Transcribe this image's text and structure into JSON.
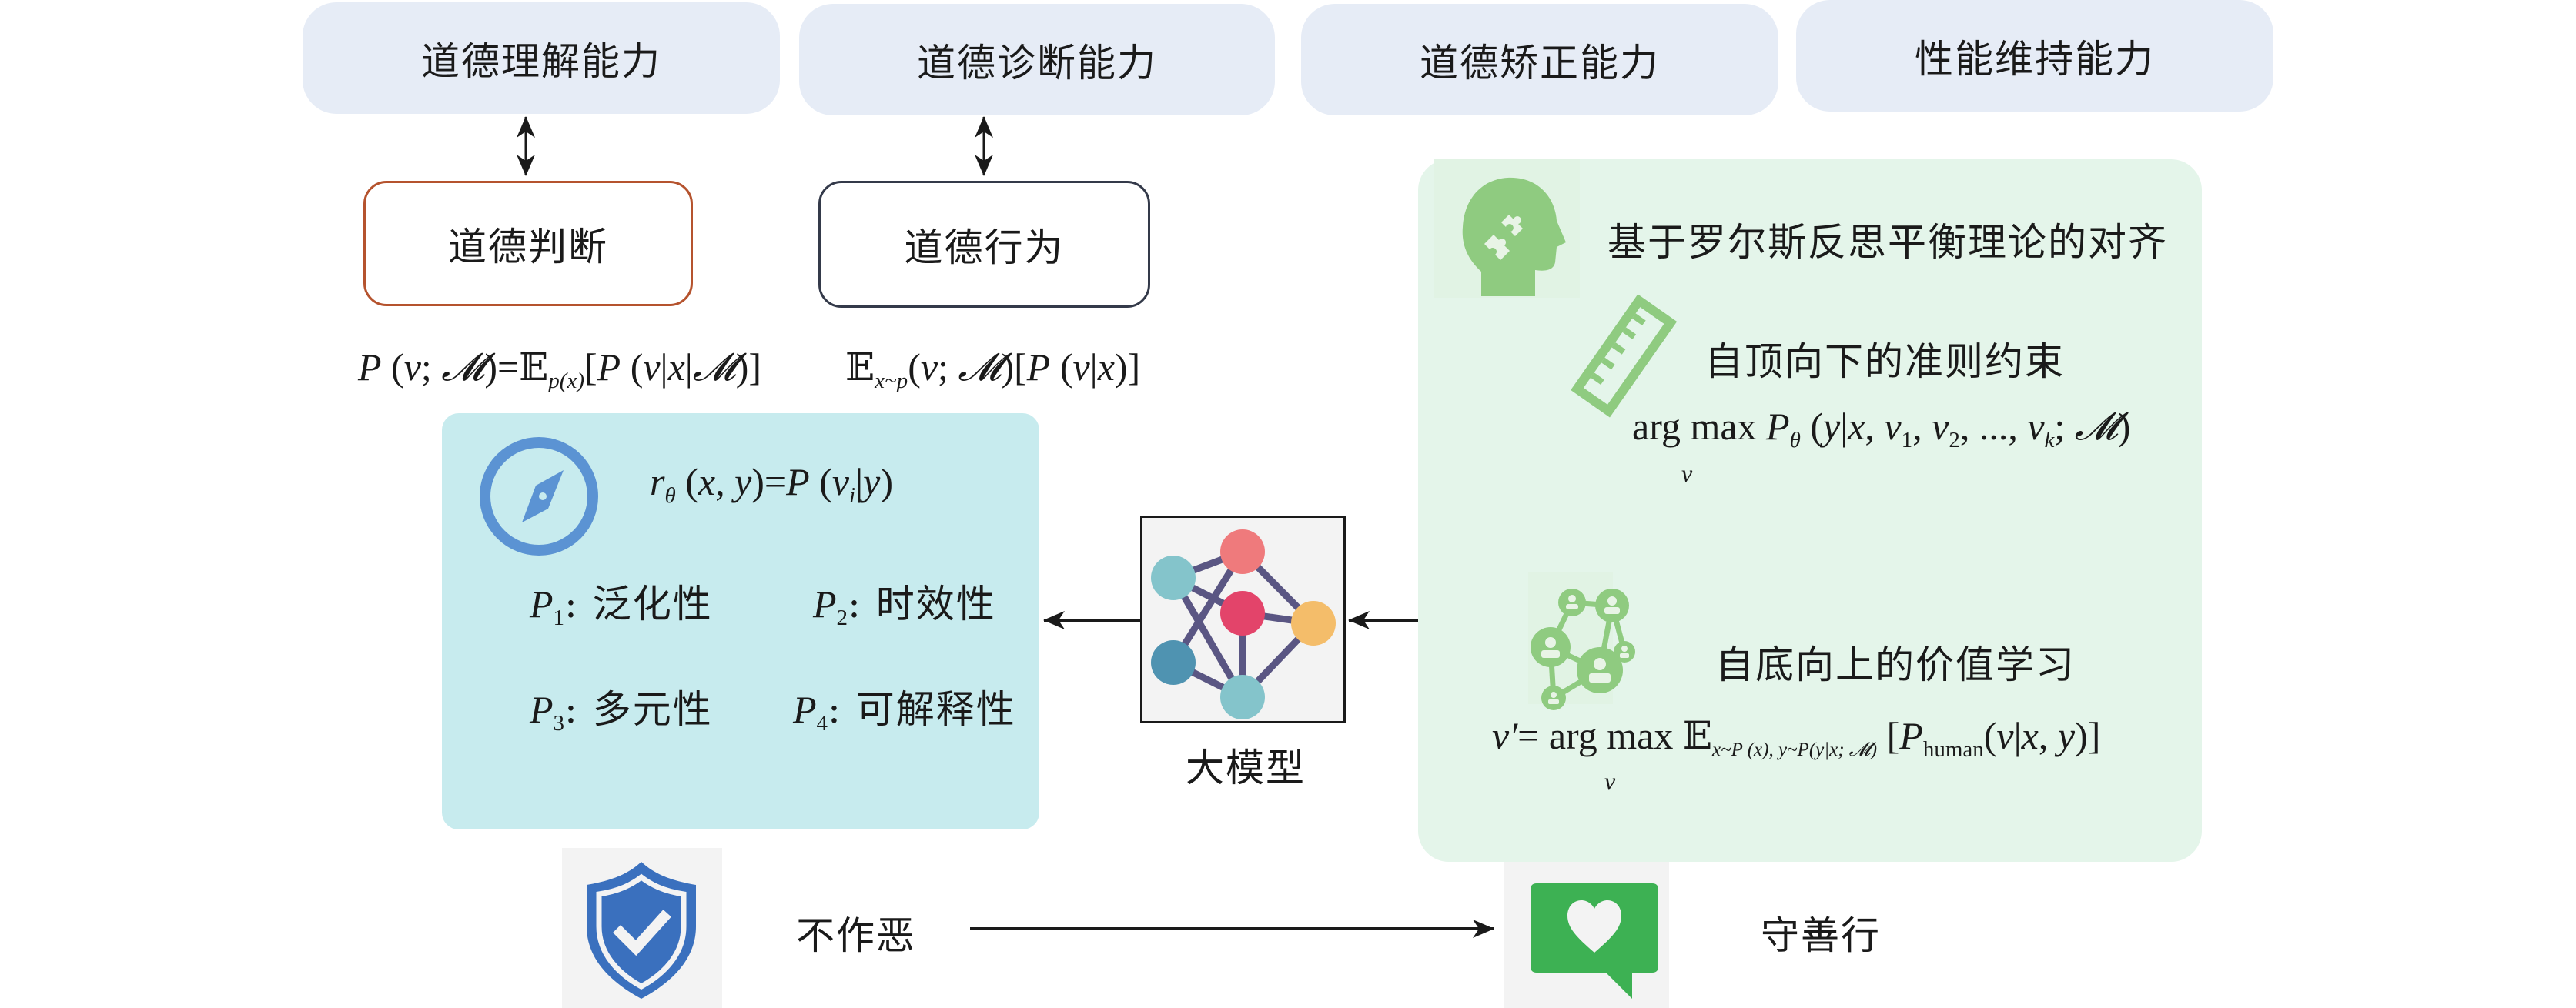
{
  "capabilities": [
    {
      "label": "道德理解能力"
    },
    {
      "label": "道德诊断能力"
    },
    {
      "label": "道德矫正能力"
    },
    {
      "label": "性能维持能力"
    }
  ],
  "nodes": {
    "judgment": {
      "label": "道德判断",
      "border_color": "#b5532e"
    },
    "behavior": {
      "label": "道德行为",
      "border_color": "#343a4a"
    }
  },
  "formulas": {
    "judgment": "P (v; M)=E_p(x)[P (v|x|M)]",
    "behavior": "E_x~p(v; M)[P (v|x)]",
    "reward": "r_θ (x, y)=P (v_i|y)",
    "top_down": "arg max_v P_θ (y|x, v_1, v_2, ..., v_k; M)",
    "bottom_up": "v′= arg max_v E_{x~P (x), y~P(y|x; M)} [P_human(v|x, y)]"
  },
  "formula_parts": {
    "judgment": {
      "P": "P",
      "open": " (",
      "v": "v",
      "semi": "; ",
      "M": "𝓜",
      "eq": ")=",
      "E": "𝔼",
      "sub": "p(x)",
      "rest1": "[",
      "P2": "P",
      "rest2": " (",
      "v2": "v",
      "bar1": "|",
      "x": "x",
      "bar2": "|",
      "M2": "𝓜",
      "close": ")]"
    },
    "behavior": {
      "E": "𝔼",
      "sub": "x~p",
      "open": "(",
      "v": "v",
      "semi": "; ",
      "M": "𝓜",
      "mid": ")[",
      "P": "P",
      "open2": " (",
      "v2": "v",
      "bar": "|",
      "x": "x",
      "close": ")]"
    },
    "reward": {
      "r": "r",
      "sub_theta": "θ",
      "open": " (",
      "x": "x",
      "comma": ", ",
      "y": "y",
      "eq": ")=",
      "P": "P",
      "open2": " (",
      "v": "v",
      "sub_i": "i",
      "bar": "|",
      "y2": "y",
      "close": ")"
    },
    "top_down": {
      "argmax": "arg max ",
      "P": "P",
      "sub_theta": "θ",
      "open": " (",
      "y": "y",
      "bar": "|",
      "x": "x",
      "c1": ", ",
      "v1": "v",
      "s1": "1",
      "c2": ", ",
      "v2": "v",
      "s2": "2",
      "c3": ", ..., ",
      "vk": "v",
      "sk": "k",
      "semi": "; ",
      "M": "𝓜",
      "close": ")",
      "under": "v"
    },
    "bottom_up": {
      "vprime": "v′",
      "eq": "= arg max ",
      "E": "𝔼",
      "sub": "x~P (x), y~P(y|x; 𝓜)",
      "open": " [",
      "P": "P",
      "sub_h": "human",
      "open2": "(",
      "v": "v",
      "bar": "|",
      "x": "x",
      "comma": ", ",
      "y": "y",
      "close": ")]",
      "under": "v"
    }
  },
  "properties_panel": {
    "bg_color": "#c7ebee",
    "icon": "compass-icon",
    "items": [
      {
        "sym": "P",
        "sub": "1",
        "label": ": 泛化性"
      },
      {
        "sym": "P",
        "sub": "2",
        "label": ": 时效性"
      },
      {
        "sym": "P",
        "sub": "3",
        "label": ": 多元性"
      },
      {
        "sym": "P",
        "sub": "4",
        "label": ": 可解释性"
      }
    ]
  },
  "model": {
    "label": "大模型",
    "icon": "neural-network-icon"
  },
  "alignment_panel": {
    "bg_color": "#e4f5ea",
    "title": "基于罗尔斯反思平衡理论的对齐",
    "title_icon": "head-puzzle-icon",
    "top_down_label": "自顶向下的准则约束",
    "top_down_icon": "ruler-icon",
    "bottom_up_label": "自底向上的价值学习",
    "bottom_up_icon": "people-network-icon"
  },
  "bottom": {
    "left_label": "不作恶",
    "left_icon": "shield-check-icon",
    "right_label": "守善行",
    "right_icon": "heart-message-icon"
  },
  "colors": {
    "capability_bg": "#e6ecf6",
    "icon_green": "#8fcb80",
    "shield_blue": "#3a70be",
    "compass_blue": "#5b93d3",
    "message_green": "#3db153"
  }
}
